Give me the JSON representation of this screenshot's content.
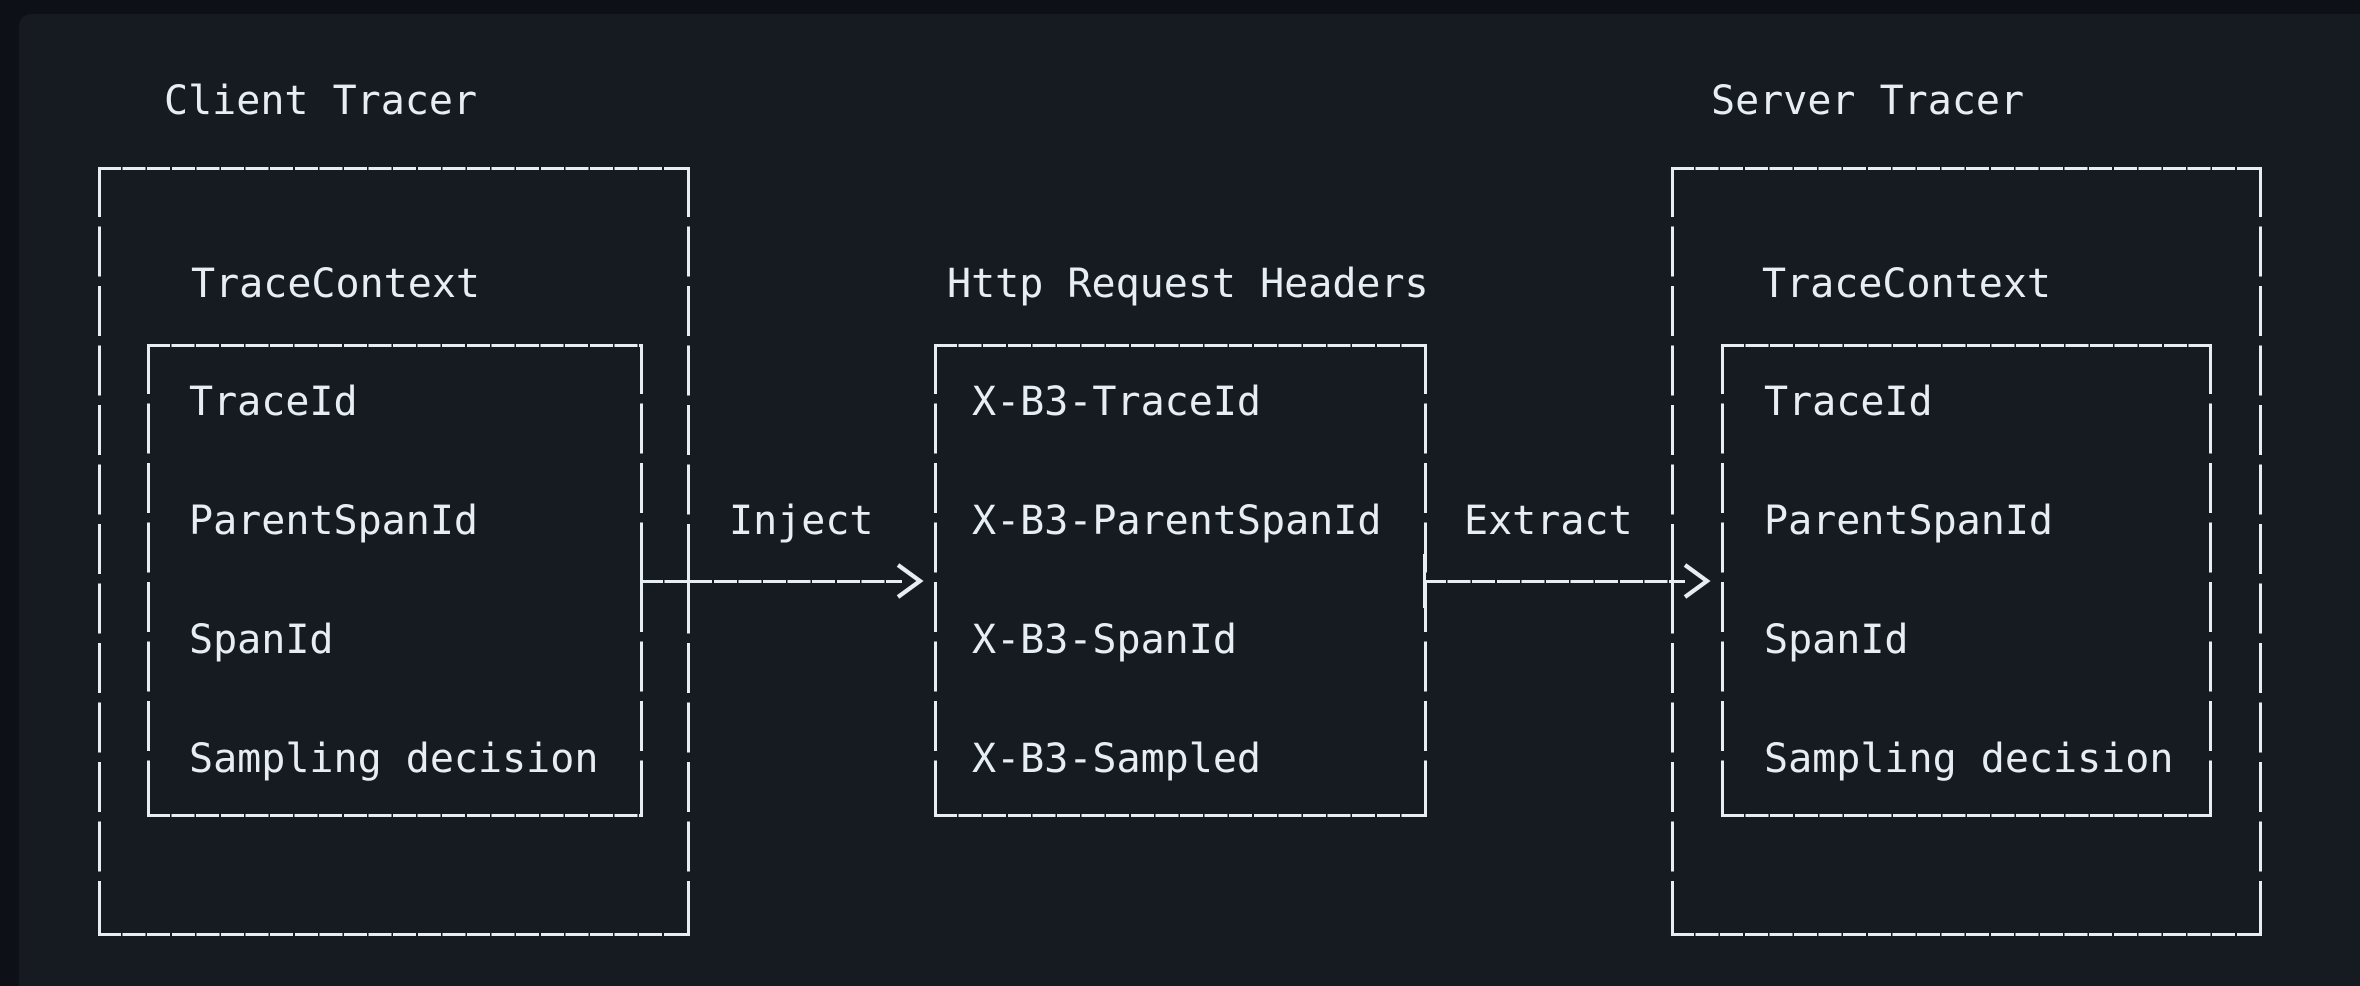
{
  "theme": {
    "page_bg": "#0d1117",
    "panel_bg": "#161b22",
    "line": "#e6edf3",
    "text": "#e6edf3"
  },
  "diagram": {
    "client": {
      "title": "Client Tracer",
      "context": "TraceContext",
      "fields": [
        "TraceId",
        "ParentSpanId",
        "SpanId",
        "Sampling decision"
      ]
    },
    "http_headers": {
      "title": "Http Request Headers",
      "fields": [
        "X-B3-TraceId",
        "X-B3-ParentSpanId",
        "X-B3-SpanId",
        "X-B3-Sampled"
      ]
    },
    "server": {
      "title": "Server Tracer",
      "context": "TraceContext",
      "fields": [
        "TraceId",
        "ParentSpanId",
        "SpanId",
        "Sampling decision"
      ]
    },
    "flows": {
      "inject": "Inject",
      "extract": "Extract"
    }
  }
}
